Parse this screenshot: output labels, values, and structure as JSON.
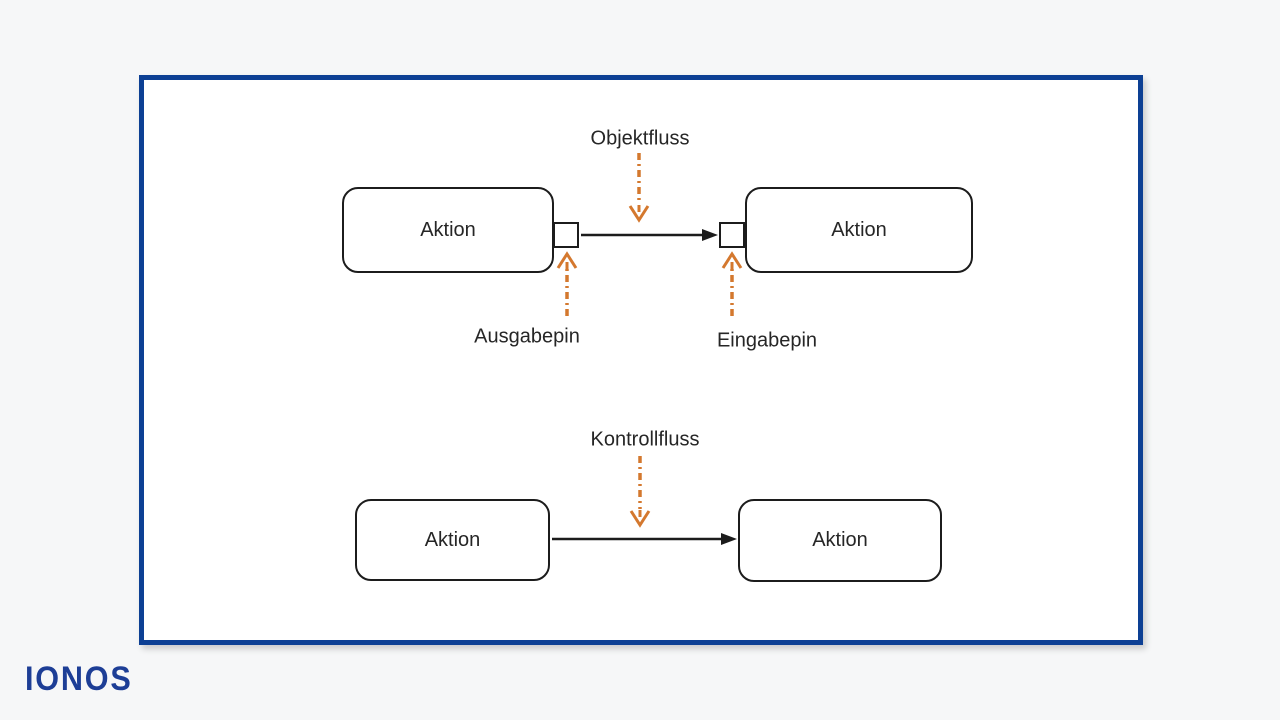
{
  "page": {
    "background_color": "#f6f7f8",
    "logo_text": "IONOS",
    "logo_color": "#1d3e96"
  },
  "frame": {
    "border_color": "#0d4094",
    "background_color": "#ffffff"
  },
  "diagram": {
    "accent_color": "#d4782e",
    "line_color": "#1c1c1c",
    "object_flow": {
      "label": "Objektfluss",
      "left_action": "Aktion",
      "right_action": "Aktion",
      "output_pin_label": "Ausgabepin",
      "input_pin_label": "Eingabepin"
    },
    "control_flow": {
      "label": "Kontrollfluss",
      "left_action": "Aktion",
      "right_action": "Aktion"
    }
  }
}
